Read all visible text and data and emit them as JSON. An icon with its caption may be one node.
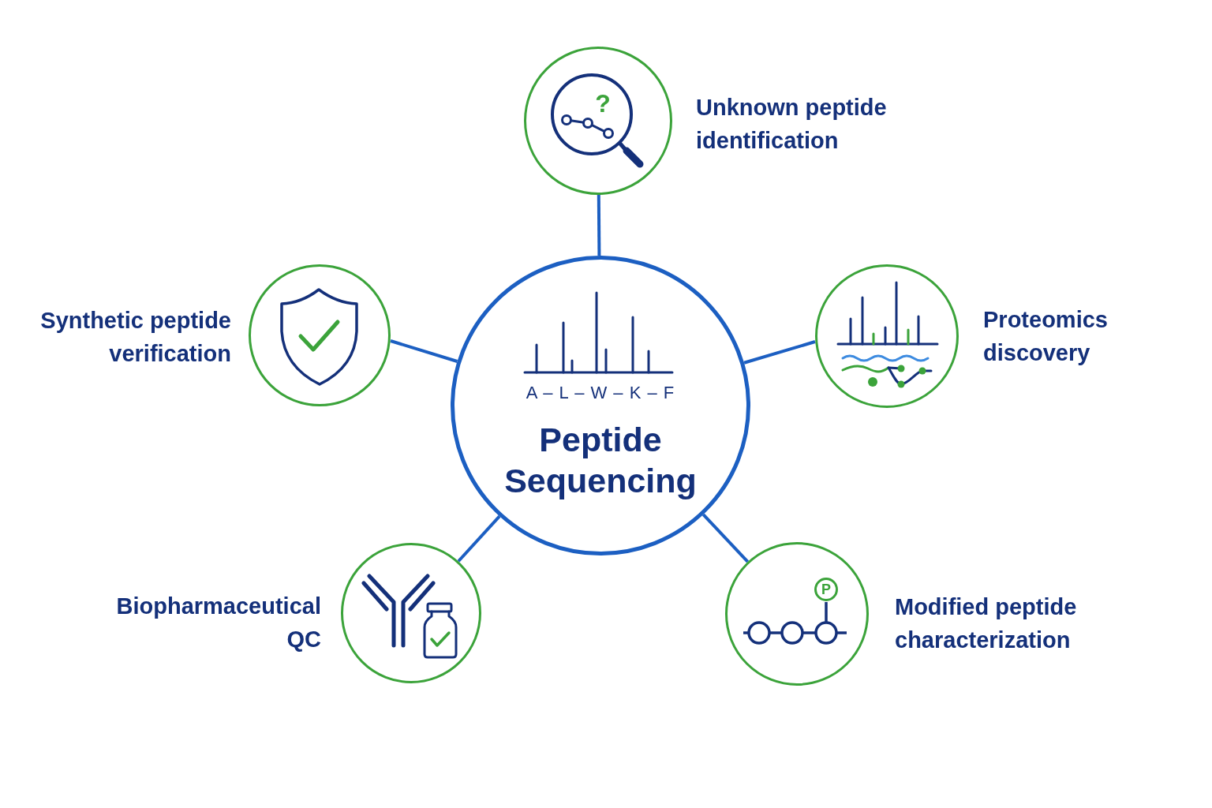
{
  "diagram": {
    "nodes": [
      {
        "text": [
          "A – L – W – K – F",
          "Peptide Sequencing"
        ]
      },
      {
        "text": [
          "?",
          "Unknown peptide identification"
        ]
      },
      {
        "text": [
          "Synthetic peptide verification"
        ]
      },
      {
        "text": [
          "Proteomics discovery"
        ]
      },
      {
        "text": [
          "Biopharmaceutical QC"
        ]
      },
      {
        "text": [
          "P",
          "Modified peptide characterization"
        ]
      }
    ],
    "edges": [
      {
        "from": 0,
        "to": 1,
        "arrow": "none"
      },
      {
        "from": 0,
        "to": 2,
        "arrow": "none"
      },
      {
        "from": 0,
        "to": 3,
        "arrow": "none"
      },
      {
        "from": 0,
        "to": 4,
        "arrow": "none"
      },
      {
        "from": 0,
        "to": 5,
        "arrow": "none"
      }
    ]
  }
}
